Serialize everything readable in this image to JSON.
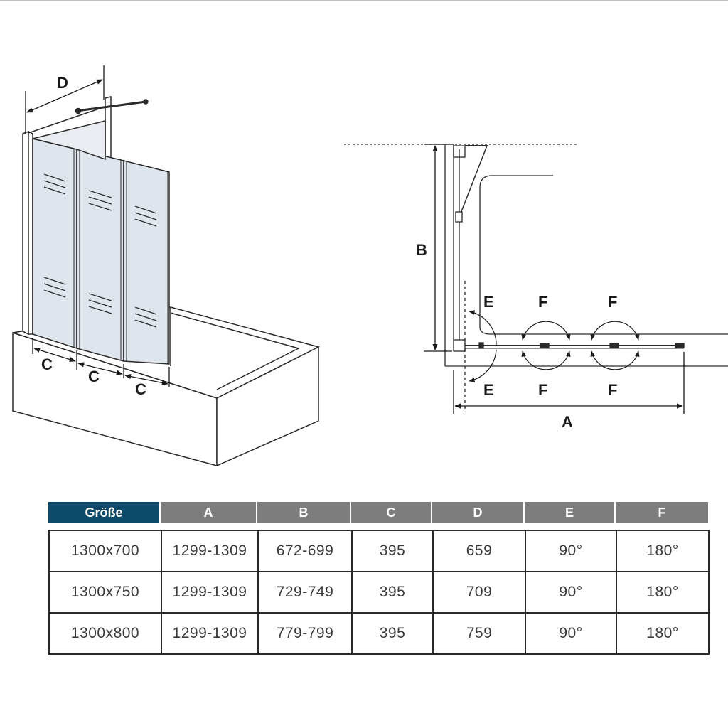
{
  "labels": {
    "left": {
      "D": "D",
      "C1": "C",
      "C2": "C",
      "C3": "C"
    },
    "right": {
      "B": "B",
      "A": "A",
      "E_top": "E",
      "E_bottom": "E",
      "F1_top": "F",
      "F2_top": "F",
      "F1_bottom": "F",
      "F2_bottom": "F"
    }
  },
  "table": {
    "headers": [
      "Größe",
      "A",
      "B",
      "C",
      "D",
      "E",
      "F"
    ],
    "rows": [
      [
        "1300x700",
        "1299-1309",
        "672-699",
        "395",
        "659",
        "90°",
        "180°"
      ],
      [
        "1300x750",
        "1299-1309",
        "729-749",
        "395",
        "709",
        "90°",
        "180°"
      ],
      [
        "1300x800",
        "1299-1309",
        "779-799",
        "395",
        "759",
        "90°",
        "180°"
      ]
    ]
  },
  "colors": {
    "header_first": "#0e4a6b",
    "header_rest": "#7d7d7d",
    "glass": "#dfe5ec",
    "line": "#2a2a2a"
  }
}
